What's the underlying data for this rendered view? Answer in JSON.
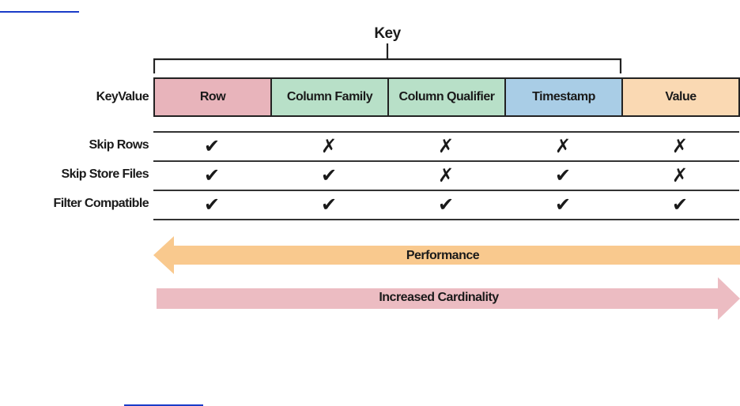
{
  "diagram": {
    "key_label": "Key",
    "keyvalue_label": "KeyValue",
    "cells": [
      {
        "label": "Row",
        "color": "#e8b4bb"
      },
      {
        "label": "Column Family",
        "color": "#b8e0c8"
      },
      {
        "label": "Column Qualifier",
        "color": "#b8e0c8"
      },
      {
        "label": "Timestamp",
        "color": "#a9cde6"
      },
      {
        "label": "Value",
        "color": "#fad9b3"
      }
    ],
    "rows": [
      {
        "label": "Skip Rows",
        "marks": [
          "check",
          "cross",
          "cross",
          "cross",
          "cross"
        ]
      },
      {
        "label": "Skip Store Files",
        "marks": [
          "check",
          "check",
          "cross",
          "check",
          "cross"
        ]
      },
      {
        "label": "Filter Compatible",
        "marks": [
          "check",
          "check",
          "check",
          "check",
          "check"
        ]
      }
    ],
    "arrows": [
      {
        "label": "Performance",
        "direction": "left",
        "color": "#f9c98e"
      },
      {
        "label": "Increased Cardinality",
        "direction": "right",
        "color": "#ecbcc2"
      }
    ]
  },
  "links": [
    {
      "text": "",
      "color": "#1a3cc8"
    },
    {
      "text": "",
      "color": "#1a3cc8"
    }
  ]
}
